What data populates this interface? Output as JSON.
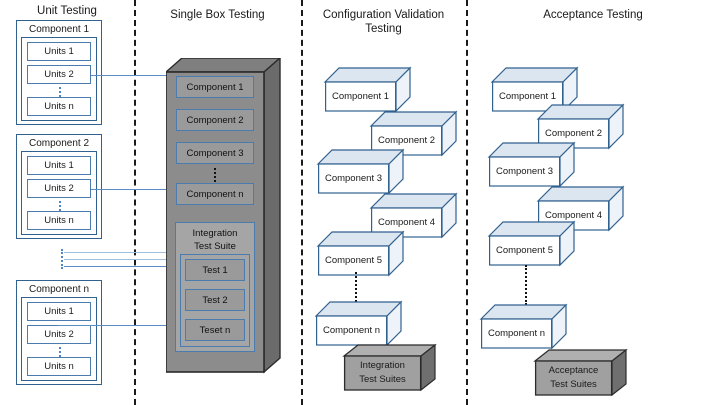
{
  "diagram": {
    "title": "Software Testing Stages Diagram",
    "colors": {
      "outline_blue": "#31618f",
      "box_blue": "#4a7cb0",
      "connector_blue": "#5b8ec4",
      "gray_box": "#8c8c8c",
      "gray_suite": "#a5a5a5",
      "divider": "#1a1a1a",
      "top_face": "#dce6f1"
    },
    "columns": [
      {
        "id": "unit-testing",
        "title": "Unit Testing",
        "components": [
          {
            "label": "Component 1",
            "units": [
              "Units 1",
              "Units 2",
              "Units n"
            ]
          },
          {
            "label": "Component 2",
            "units": [
              "Units 1",
              "Units 2",
              "Units n"
            ]
          },
          {
            "label": "Component n",
            "units": [
              "Units 1",
              "Units 2",
              "Units n"
            ]
          }
        ]
      },
      {
        "id": "single-box-testing",
        "title": "Single Box Testing",
        "components": [
          "Component 1",
          "Component 2",
          "Component 3",
          "Component n"
        ],
        "suite": {
          "title_line1": "Integration",
          "title_line2": "Test Suite",
          "tests": [
            "Test 1",
            "Test 2",
            "Teset n"
          ]
        }
      },
      {
        "id": "configuration-validation-testing",
        "title_line1": "Configuration Validation",
        "title_line2": "Testing",
        "components": [
          "Component 1",
          "Component 2",
          "Component 3",
          "Component 4",
          "Component 5",
          "Component n"
        ],
        "suite_line1": "Integration",
        "suite_line2": "Test Suites"
      },
      {
        "id": "acceptance-testing",
        "title": "Acceptance Testing",
        "components": [
          "Component 1",
          "Component 2",
          "Component 3",
          "Component 4",
          "Component 5",
          "Component n"
        ],
        "suite_line1": "Acceptance",
        "suite_line2": "Test Suites"
      }
    ]
  }
}
